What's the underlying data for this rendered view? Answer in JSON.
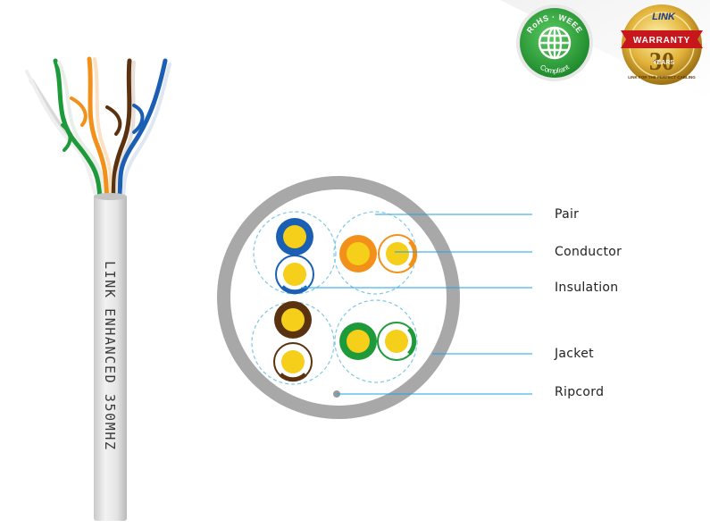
{
  "cable": {
    "print": "LINK ENHANCED 350MHZ"
  },
  "badges": {
    "rohs": {
      "top_text": "RoHS · WEEE",
      "bottom_text": "Compliant",
      "color": "#2e9b3a",
      "icon": "globe-icon"
    },
    "warranty": {
      "brand": "LINK",
      "ribbon": "WARRANTY",
      "number": "30",
      "unit": "YEARS",
      "tagline": "LINK FOR THE PERFECT CABLING",
      "ribbon_color": "#c8161d",
      "gold_color": "#d4a32a"
    }
  },
  "diagram": {
    "jacket_color": "#a8a8a8",
    "pair_outline_color": "#7ec8e3",
    "conductor_color": "#f5cf1a",
    "callout_color": "#1aa3e8",
    "pairs": [
      {
        "name": "blue",
        "solid": "#1a5fb4",
        "stripe": "#1a5fb4"
      },
      {
        "name": "orange",
        "solid": "#f39019",
        "stripe": "#f39019"
      },
      {
        "name": "brown",
        "solid": "#5a3210",
        "stripe": "#5a3210"
      },
      {
        "name": "green",
        "solid": "#1e9a3a",
        "stripe": "#1e9a3a"
      }
    ]
  },
  "labels": {
    "pair": "Pair",
    "conductor": "Conductor",
    "insulation": "Insulation",
    "jacket": "Jacket",
    "ripcord": "Ripcord"
  }
}
